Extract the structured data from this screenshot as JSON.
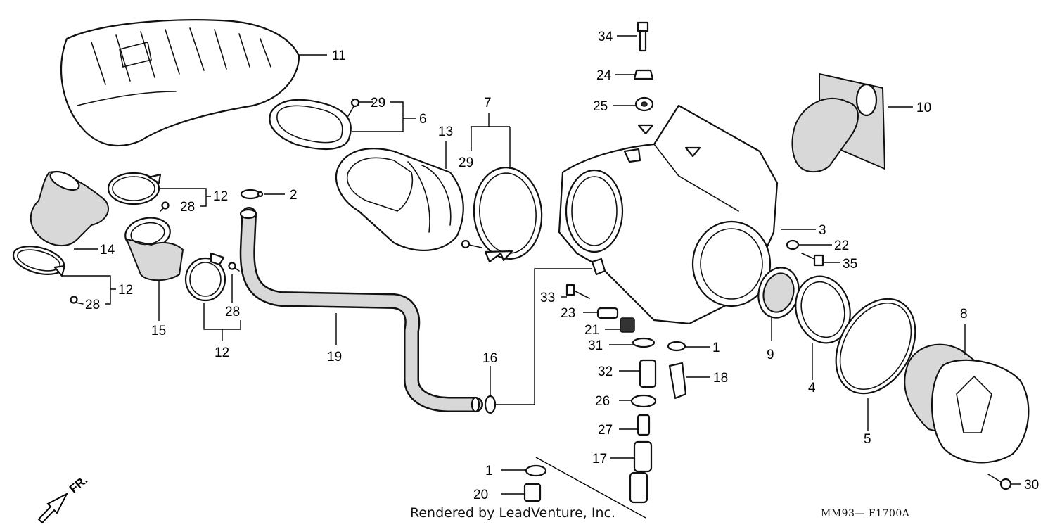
{
  "footer": {
    "credit": "Rendered by LeadVenture, Inc.",
    "diagram_code": "MM93— F1700A"
  },
  "orientation": {
    "arrow_label": "FR."
  },
  "callouts": {
    "c34": "34",
    "c24": "24",
    "c25": "25",
    "c11": "11",
    "c29a": "29",
    "c6": "6",
    "c7": "7",
    "c13": "13",
    "c29b": "29",
    "c10": "10",
    "c12a": "12",
    "c28a": "28",
    "c2": "2",
    "c14": "14",
    "c12b": "12",
    "c28b": "28",
    "c15": "15",
    "c28c": "28",
    "c12c": "12",
    "c19": "19",
    "c3": "3",
    "c22": "22",
    "c35": "35",
    "c33": "33",
    "c23": "23",
    "c21": "21",
    "c31": "31",
    "c1a": "1",
    "c9": "9",
    "c4": "4",
    "c8": "8",
    "c16": "16",
    "c32": "32",
    "c18": "18",
    "c26": "26",
    "c27": "27",
    "c5": "5",
    "c17": "17",
    "c1b": "1",
    "c20": "20",
    "c30": "30"
  }
}
